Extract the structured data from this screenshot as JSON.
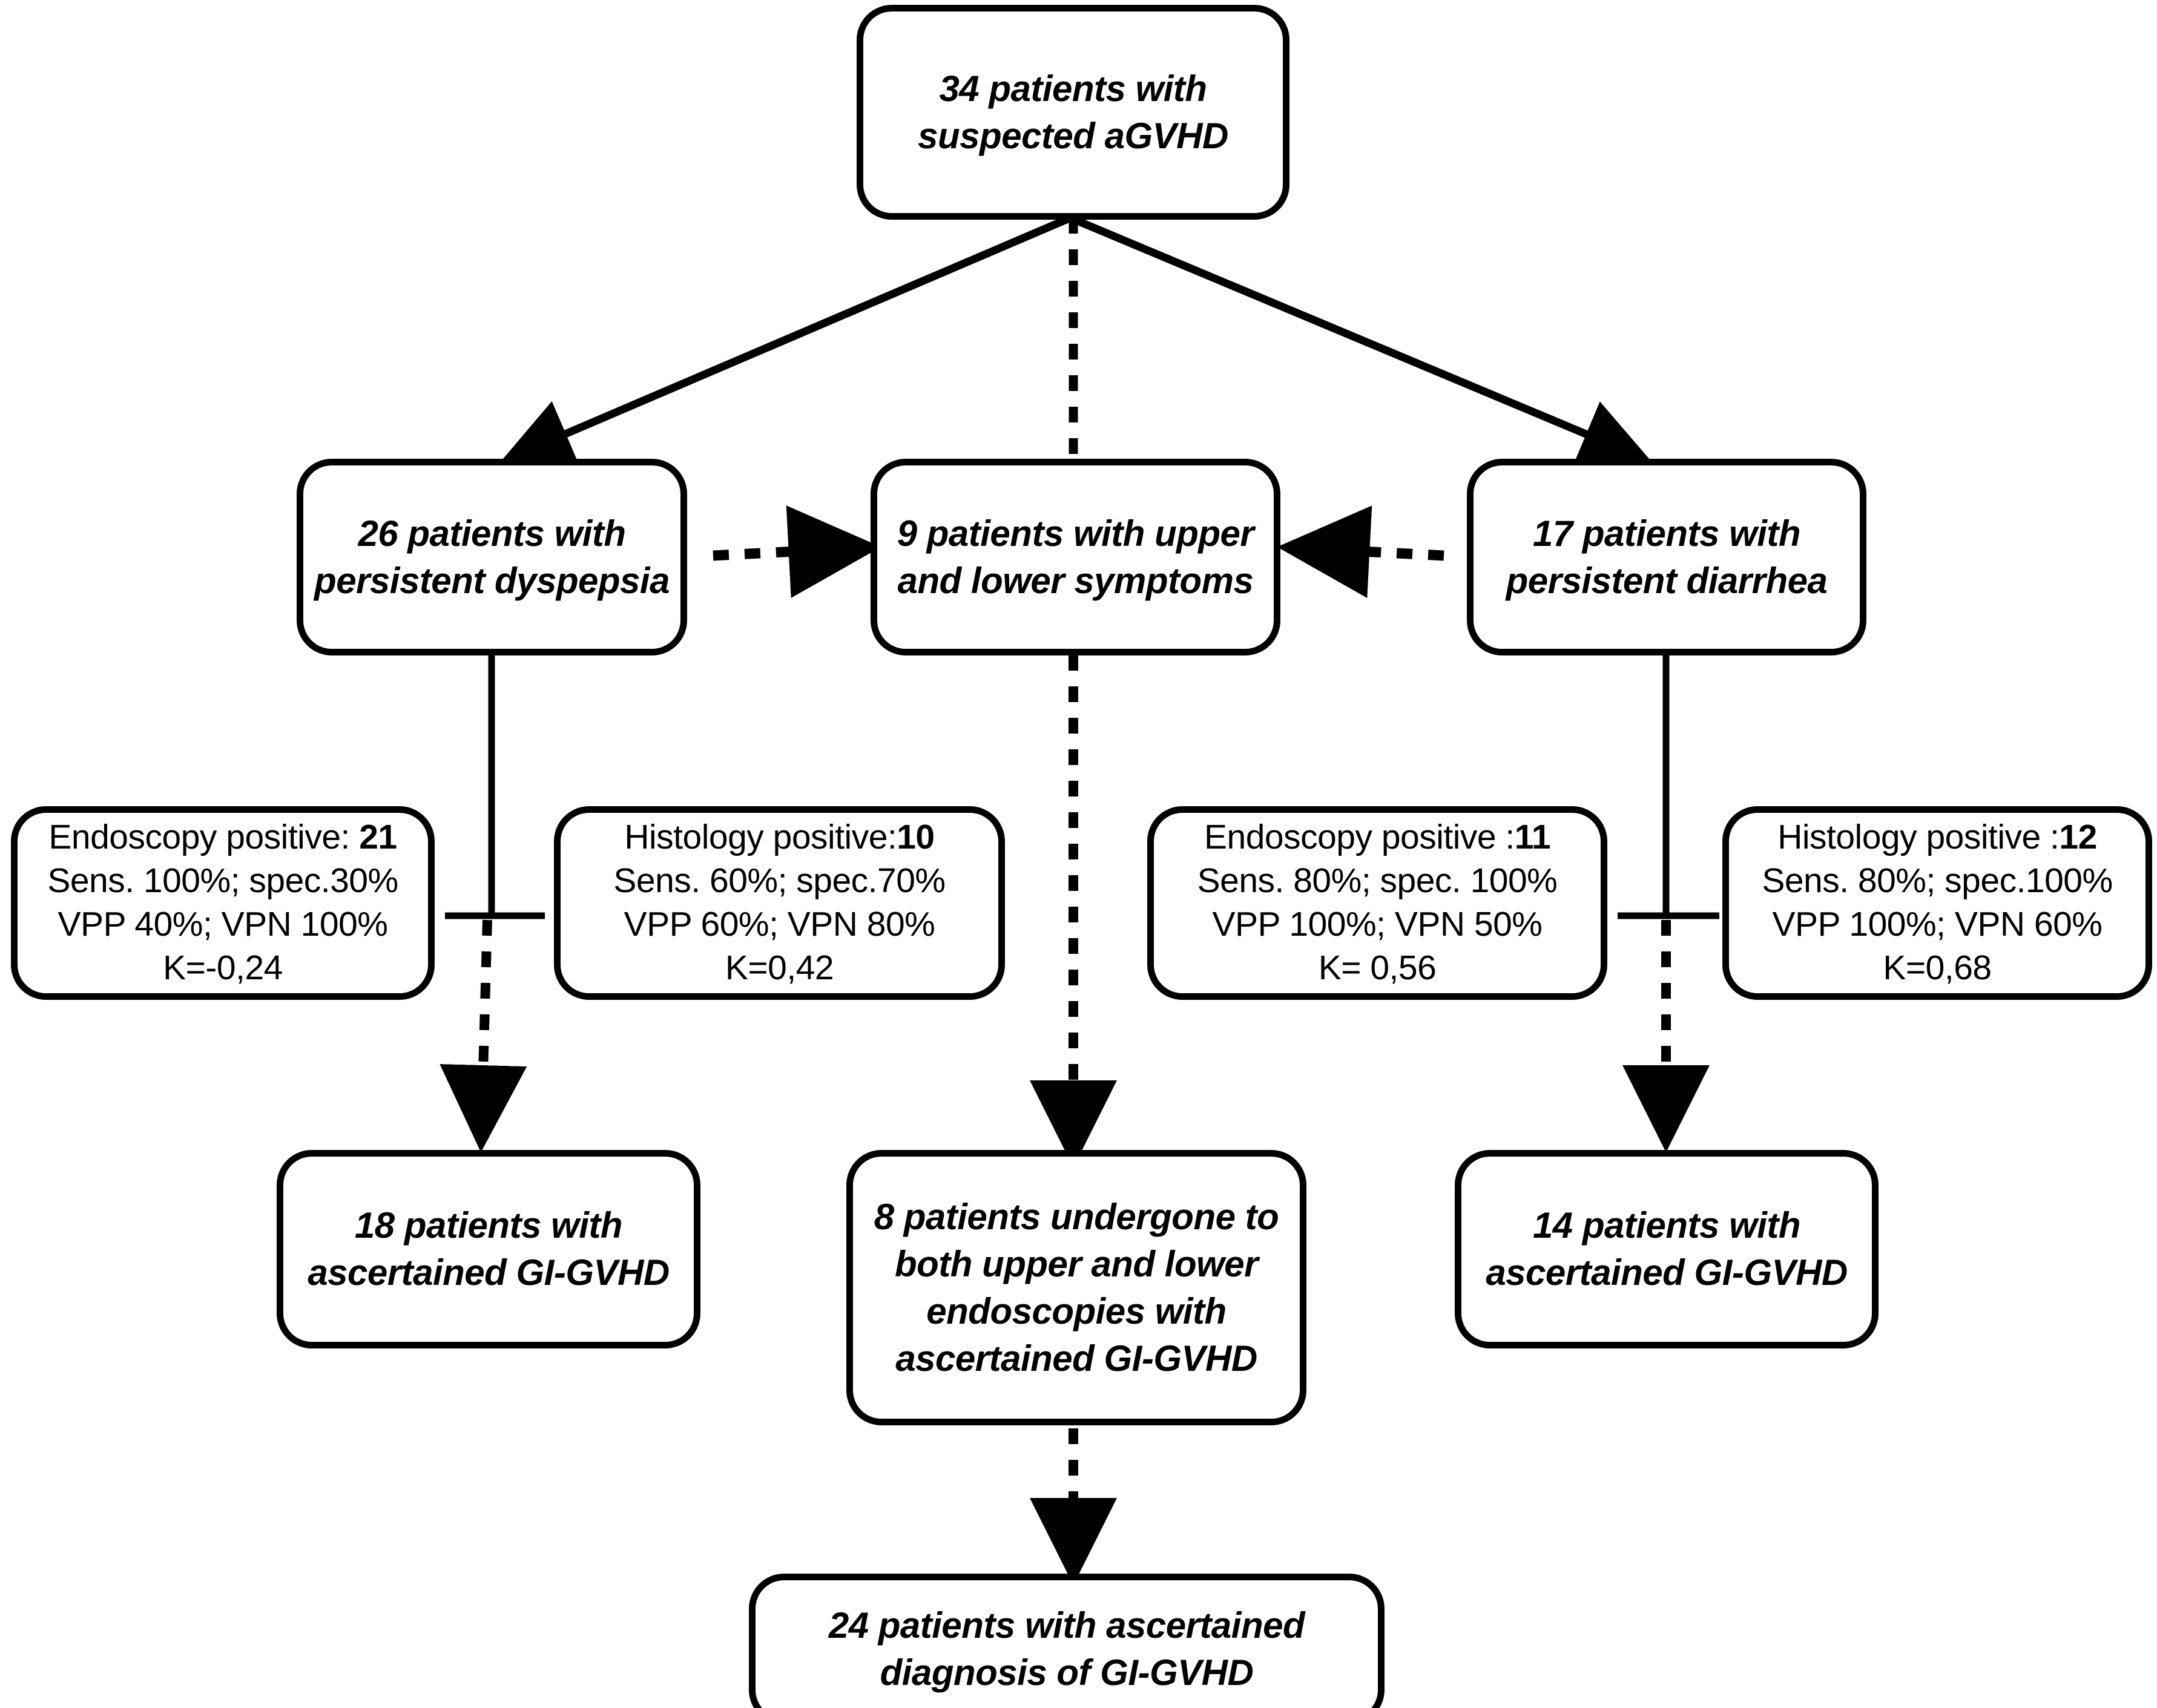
{
  "diagram": {
    "title": "Flowchart of patients with suspected acute GVHD undergoing endoscopic and histological assessment",
    "type": "flowchart",
    "line_color": "#000000",
    "box_fill": "#ffffff",
    "nodes": [
      {
        "id": "root",
        "name": "suspected-agvhd-box",
        "count": "34",
        "rest": " patients with\nsuspected aGVHD",
        "style": "italic"
      },
      {
        "id": "dyspepsia",
        "name": "persistent-dyspepsia-box",
        "count": "26",
        "rest": " patients with\npersistent dyspepsia",
        "style": "italic"
      },
      {
        "id": "upper-lower",
        "name": "upper-and-lower-symptoms-box",
        "count": "9",
        "rest": " patients with upper\nand lower symptoms",
        "style": "italic"
      },
      {
        "id": "diarrhea",
        "name": "persistent-diarrhea-box",
        "count": "17",
        "rest": " patients with\npersistent diarrhea",
        "style": "italic"
      },
      {
        "id": "endo-left",
        "name": "endoscopy-positive-upper-box",
        "label": "Endoscopy positive: ",
        "value": "21",
        "lines": [
          "Sens. 100%; spec.30%",
          "VPP 40%; VPN 100%",
          "K=-0,24"
        ],
        "style": "stat"
      },
      {
        "id": "hist-left",
        "name": "histology-positive-upper-box",
        "label": "Histology positive:",
        "value": "10",
        "lines": [
          "Sens. 60%; spec.70%",
          "VPP 60%; VPN 80%",
          "K=0,42"
        ],
        "style": "stat"
      },
      {
        "id": "endo-right",
        "name": "endoscopy-positive-lower-box",
        "label": "Endoscopy positive :",
        "value": "11",
        "lines": [
          "Sens. 80%; spec. 100%",
          "VPP 100%; VPN 50%",
          "K= 0,56"
        ],
        "style": "stat"
      },
      {
        "id": "hist-right",
        "name": "histology-positive-lower-box",
        "label": "Histology positive :",
        "value": "12",
        "lines": [
          "Sens. 80%; spec.100%",
          "VPP 100%; VPN 60%",
          "K=0,68"
        ],
        "style": "stat"
      },
      {
        "id": "result-left",
        "name": "ascertained-gigvhd-upper-box",
        "count": "18",
        "rest": " patients with\nascertained GI-GVHD",
        "style": "italic"
      },
      {
        "id": "result-mid",
        "name": "both-endoscopies-ascertained-box",
        "count": "8",
        "rest": " patients undergone to\nboth upper and lower\nendoscopies with\nascertained GI-GVHD",
        "style": "italic"
      },
      {
        "id": "result-right",
        "name": "ascertained-gigvhd-lower-box",
        "count": "14",
        "rest": " patients with\nascertained GI-GVHD",
        "style": "italic"
      },
      {
        "id": "total",
        "name": "total-ascertained-diagnosis-box",
        "count": "24",
        "rest": " patients with ascertained\ndiagnosis of GI-GVHD",
        "style": "italic"
      }
    ],
    "edges": [
      {
        "name": "edge-root-to-dyspepsia",
        "from": "root",
        "to": "dyspepsia",
        "style": "solid",
        "arrow": "end"
      },
      {
        "name": "edge-root-to-upper-lower",
        "from": "root",
        "to": "upper-lower",
        "style": "dotted",
        "arrow": "none"
      },
      {
        "name": "edge-root-to-diarrhea",
        "from": "root",
        "to": "diarrhea",
        "style": "solid",
        "arrow": "end"
      },
      {
        "name": "edge-dyspepsia-to-upper-lower",
        "from": "dyspepsia",
        "to": "upper-lower",
        "style": "dotted",
        "arrow": "end"
      },
      {
        "name": "edge-diarrhea-to-upper-lower",
        "from": "diarrhea",
        "to": "upper-lower",
        "style": "dotted",
        "arrow": "end"
      },
      {
        "name": "edge-dyspepsia-to-stats-left",
        "from": "dyspepsia",
        "to": "endo-left/hist-left",
        "style": "solid",
        "arrow": "none"
      },
      {
        "name": "edge-diarrhea-to-stats-right",
        "from": "diarrhea",
        "to": "endo-right/hist-right",
        "style": "solid",
        "arrow": "none"
      },
      {
        "name": "edge-stats-left-to-result-left",
        "from": "endo-left/hist-left",
        "to": "result-left",
        "style": "dotted",
        "arrow": "end"
      },
      {
        "name": "edge-stats-right-to-result-right",
        "from": "endo-right/hist-right",
        "to": "result-right",
        "style": "dotted",
        "arrow": "end"
      },
      {
        "name": "edge-upper-lower-to-result-mid",
        "from": "upper-lower",
        "to": "result-mid",
        "style": "dotted",
        "arrow": "end"
      },
      {
        "name": "edge-result-mid-to-total",
        "from": "result-mid",
        "to": "total",
        "style": "dotted",
        "arrow": "end"
      }
    ]
  }
}
